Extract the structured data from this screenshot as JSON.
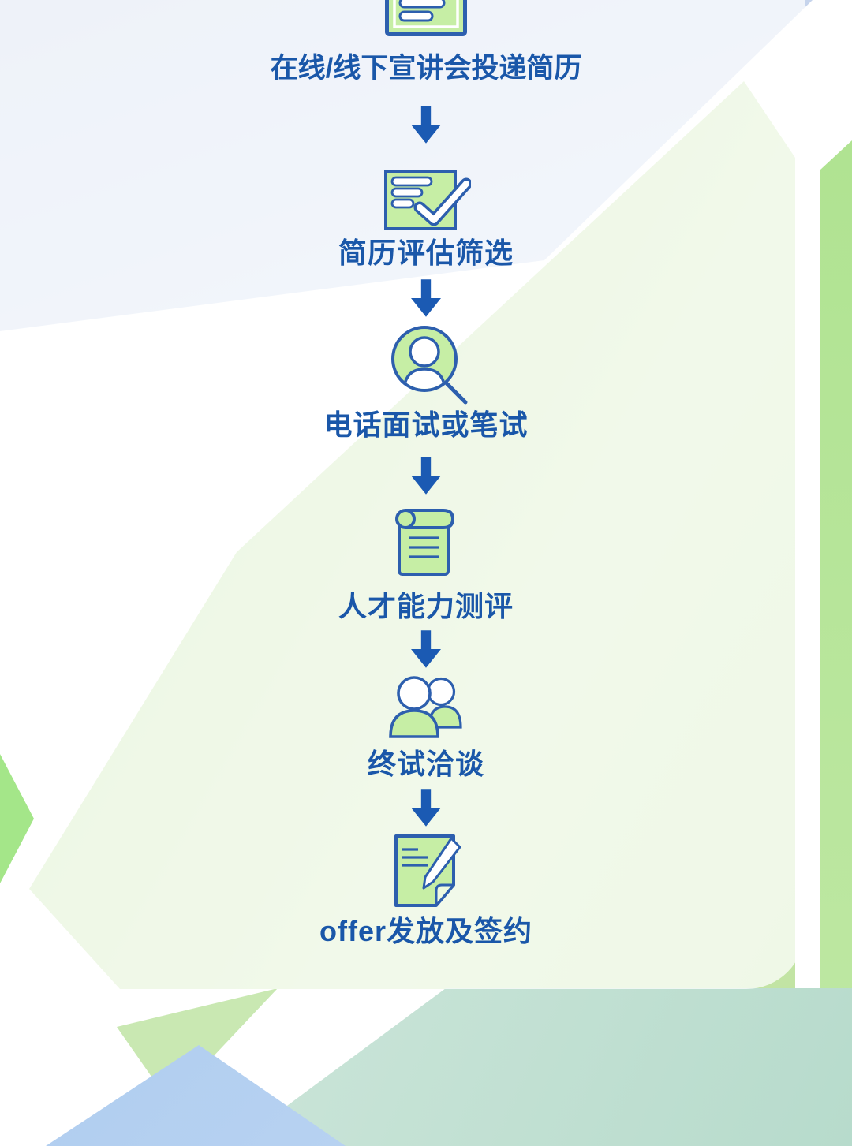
{
  "flow": {
    "steps": [
      {
        "icon": "campus-talk-resume-icon",
        "label": "在线/线下宣讲会投递简历"
      },
      {
        "icon": "resume-screening-icon",
        "label": "简历评估筛选"
      },
      {
        "icon": "candidate-search-icon",
        "label": "电话面试或笔试"
      },
      {
        "icon": "ability-assessment-icon",
        "label": "人才能力测评"
      },
      {
        "icon": "final-interview-icon",
        "label": "终试洽谈"
      },
      {
        "icon": "offer-sign-icon",
        "label": "offer发放及签约"
      }
    ],
    "connector": "down-arrow"
  },
  "colors": {
    "text_blue": "#1a57a9",
    "arrow_blue": "#1b5ab3",
    "icon_stroke_blue": "#2d5fae",
    "icon_fill_green": "#c6eea5",
    "bg_pale_green": "#ebf6e2",
    "bg_pale_blue": "#eef2f9",
    "bg_right_band_green": "#b9e79e",
    "bg_accent_green": "#a4e689",
    "bg_triangle_blue": "#a6c8ef",
    "bg_teal": "#c4e2d5"
  }
}
